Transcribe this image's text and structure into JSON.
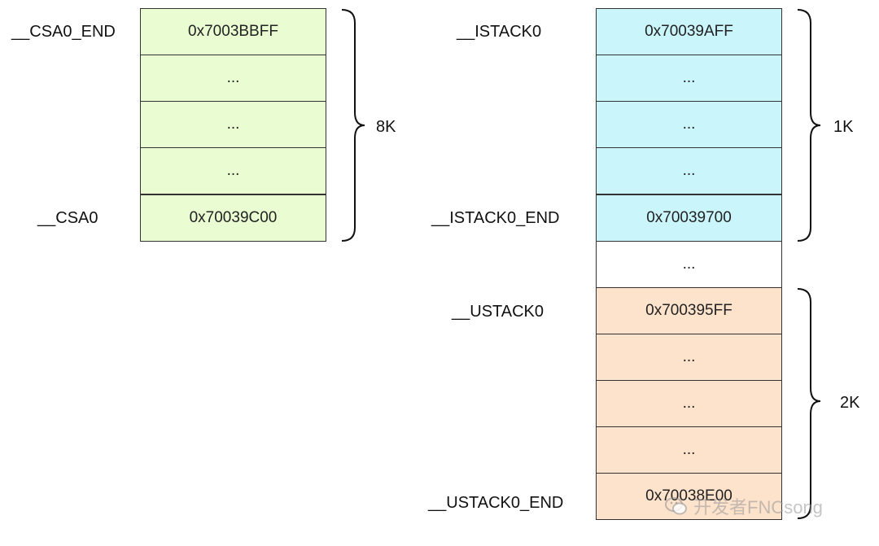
{
  "colors": {
    "csa_fill": "#eafcd2",
    "istack_fill": "#c9f5fb",
    "gap_fill": "#ffffff",
    "ustack_fill": "#fde2cc",
    "border": "#333333"
  },
  "csa": {
    "label_end": "__CSA0_END",
    "label_start": "__CSA0",
    "cells": [
      "0x7003BBFF",
      "...",
      "...",
      "...",
      "0x70039C00"
    ],
    "size": "8K"
  },
  "istack": {
    "label_top": "__ISTACK0",
    "label_end": "__ISTACK0_END",
    "cells": [
      "0x70039AFF",
      "...",
      "...",
      "...",
      "0x70039700"
    ],
    "size": "1K"
  },
  "gap": {
    "text": "..."
  },
  "ustack": {
    "label_top": "__USTACK0",
    "label_end": "__USTACK0_END",
    "cells": [
      "0x700395FF",
      "...",
      "...",
      "...",
      "0x70038E00"
    ],
    "size": "2K"
  },
  "watermark": {
    "text": "开发者FNCsong",
    "icon": "wechat-icon"
  }
}
